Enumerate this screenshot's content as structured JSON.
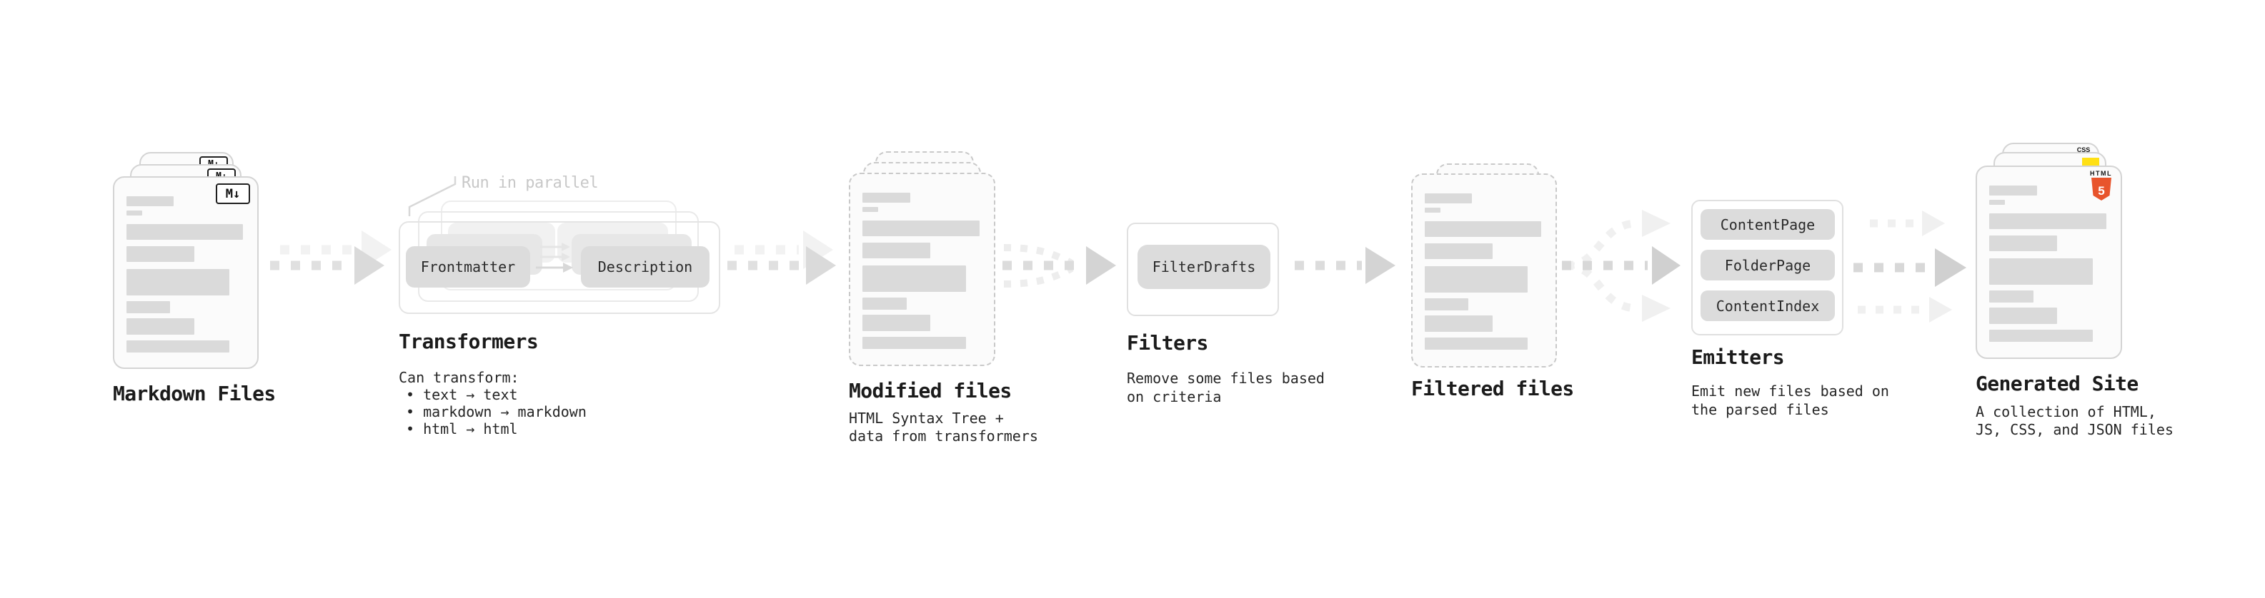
{
  "colors": {
    "html5_orange": "#e8542c",
    "js_yellow": "#ffe014",
    "css_blue": "#2563eb"
  },
  "stages": {
    "markdown_files": {
      "label": "Markdown Files",
      "file_badge": "M↓"
    },
    "transformers": {
      "heading": "Transformers",
      "annotation": "Run in parallel",
      "node_frontmatter": "Frontmatter",
      "node_description": "Description",
      "note_title": "Can transform:",
      "bullets": [
        "• text → text",
        "• markdown → markdown",
        "• html → html"
      ]
    },
    "modified_files": {
      "label": "Modified files",
      "note_line1": "HTML Syntax Tree +",
      "note_line2": "data from transformers"
    },
    "filters": {
      "heading": "Filters",
      "node_filterdrafts": "FilterDrafts",
      "note_line1": "Remove some files based",
      "note_line2": "on criteria"
    },
    "filtered_files": {
      "label": "Filtered files"
    },
    "emitters": {
      "heading": "Emitters",
      "nodes": [
        "ContentPage",
        "FolderPage",
        "ContentIndex"
      ],
      "note_line1": "Emit new files based on",
      "note_line2": "the parsed files"
    },
    "generated_site": {
      "label": "Generated Site",
      "badge_css": "CSS",
      "badge_html": "HTML",
      "badge_html_number": "5",
      "note_line1": "A collection of HTML,",
      "note_line2": "JS, CSS, and JSON files"
    }
  }
}
